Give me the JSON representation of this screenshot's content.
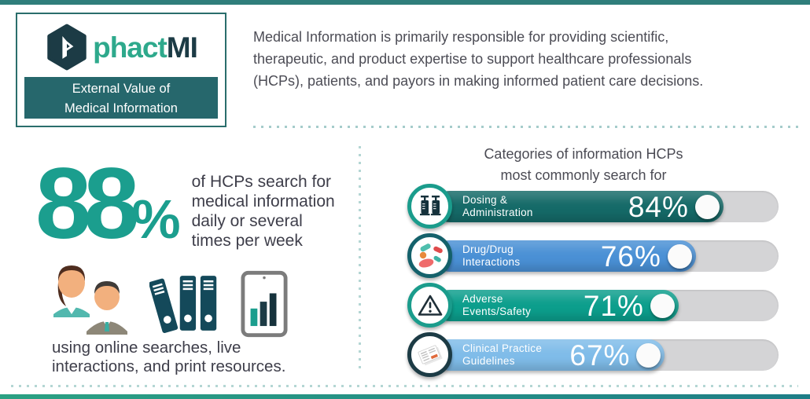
{
  "palette": {
    "top_bar": "#2F7E7B",
    "bottom_bar_left": "#2BA183",
    "bottom_bar_right": "#1E7E87",
    "brand_teal": "#2EA98C",
    "brand_dark": "#1C3B45",
    "label_box_bg": "#26676C",
    "stat_teal": "#1B9E8E",
    "body_text": "#4C4C55",
    "track_gray": "#D4D4D6"
  },
  "logo_card": {
    "brand_phact": "phact",
    "brand_mi": "MI",
    "subtitle_line1": "External Value of",
    "subtitle_line2": "Medical Information"
  },
  "intro": {
    "lines": [
      "Medical Information is primarily responsible for providing scientific,",
      "therapeutic, and product expertise to support healthcare professionals",
      "(HCPs), patients, and payors in making informed patient care decisions."
    ]
  },
  "stat": {
    "value": "88",
    "percent_sign": "%",
    "description_lines": [
      "of HCPs search for",
      "medical information",
      "daily or several",
      "times per week"
    ],
    "caption_lines": [
      "using online searches, live",
      "interactions, and print resources."
    ],
    "icons": [
      "people-icon",
      "binders-icon",
      "tablet-chart-icon"
    ]
  },
  "chart_data": {
    "type": "bar",
    "orientation": "horizontal",
    "title_line1": "Categories of information HCPs",
    "title_line2": "most commonly search for",
    "xlim": [
      0,
      100
    ],
    "unit": "%",
    "categories": [
      "Dosing & Administration",
      "Drug/Drug Interactions",
      "Adverse Events/Safety",
      "Clinical Practice Guidelines"
    ],
    "values": [
      84,
      76,
      71,
      67
    ],
    "bars": [
      {
        "label": "Dosing & Administration",
        "value": 84,
        "display": "84%",
        "color": "#156A68",
        "icon": "syringes-icon"
      },
      {
        "label": "Drug/Drug Interactions",
        "value": 76,
        "display": "76%",
        "color": "#4A90D5",
        "icon": "pills-icon"
      },
      {
        "label": "Adverse Events/Safety",
        "value": 71,
        "display": "71%",
        "color": "#0C9E8C",
        "icon": "warning-icon"
      },
      {
        "label": "Clinical Practice Guidelines",
        "value": 67,
        "display": "67%",
        "color": "#7FBCE9",
        "icon": "guidelines-icon"
      }
    ]
  }
}
